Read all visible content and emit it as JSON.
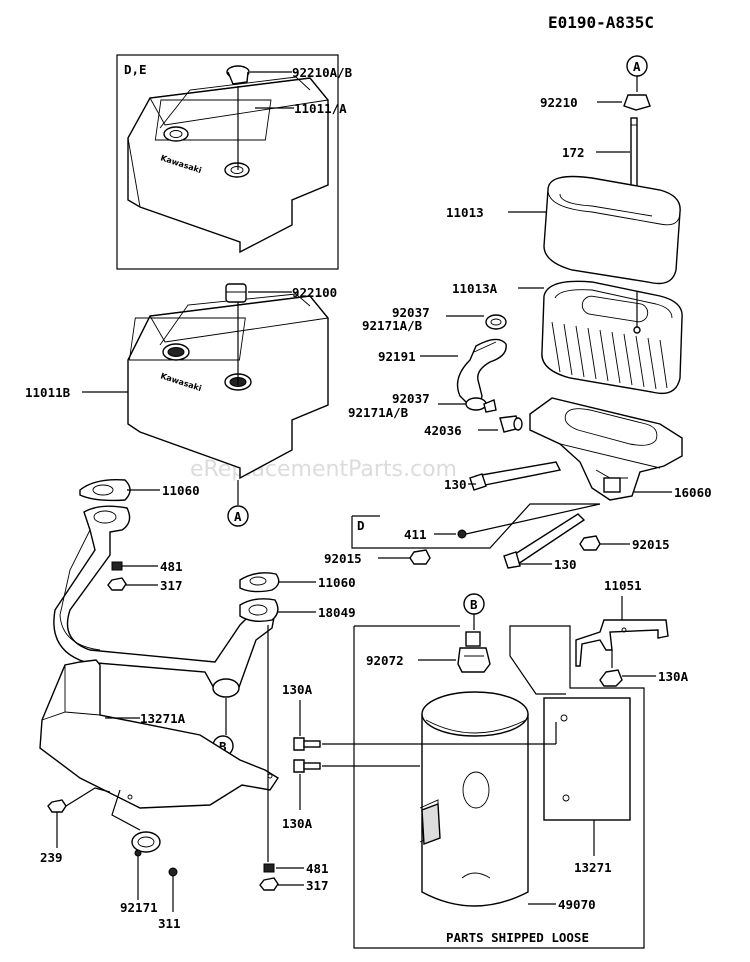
{
  "drawing_code": "E0190-A835C",
  "watermark": "eReplacementParts.com",
  "box_labels": {
    "de": "D,E",
    "d": "D"
  },
  "callouts": {
    "a": "A",
    "b": "B"
  },
  "parts": {
    "p92210ab": "92210A/B",
    "p11011a": "11011/A",
    "p922100": "922100",
    "p11011b": "11011B",
    "p11060_top": "11060",
    "p481_top": "481",
    "p317_top": "317",
    "p11060_mid": "11060",
    "p18049": "18049",
    "p13271a": "13271A",
    "p239": "239",
    "p92171": "92171",
    "p311": "311",
    "p92210": "92210",
    "p172": "172",
    "p11013": "11013",
    "p11013a": "11013A",
    "p92037_top": "92037",
    "p92171ab_top": "92171A/B",
    "p92191": "92191",
    "p92037_bot": "92037",
    "p92171ab_bot": "92171A/B",
    "p42036": "42036",
    "p130_top": "130",
    "p16060": "16060",
    "p411": "411",
    "p92015_right": "92015",
    "p92015_left": "92015",
    "p130_bot": "130",
    "p11051": "11051",
    "p130a_right": "130A",
    "p92072": "92072",
    "p130a_top": "130A",
    "p130a_bot": "130A",
    "p13271": "13271",
    "p481_bot": "481",
    "p317_bot": "317",
    "p49070": "49070"
  },
  "footer_note": "PARTS SHIPPED LOOSE"
}
